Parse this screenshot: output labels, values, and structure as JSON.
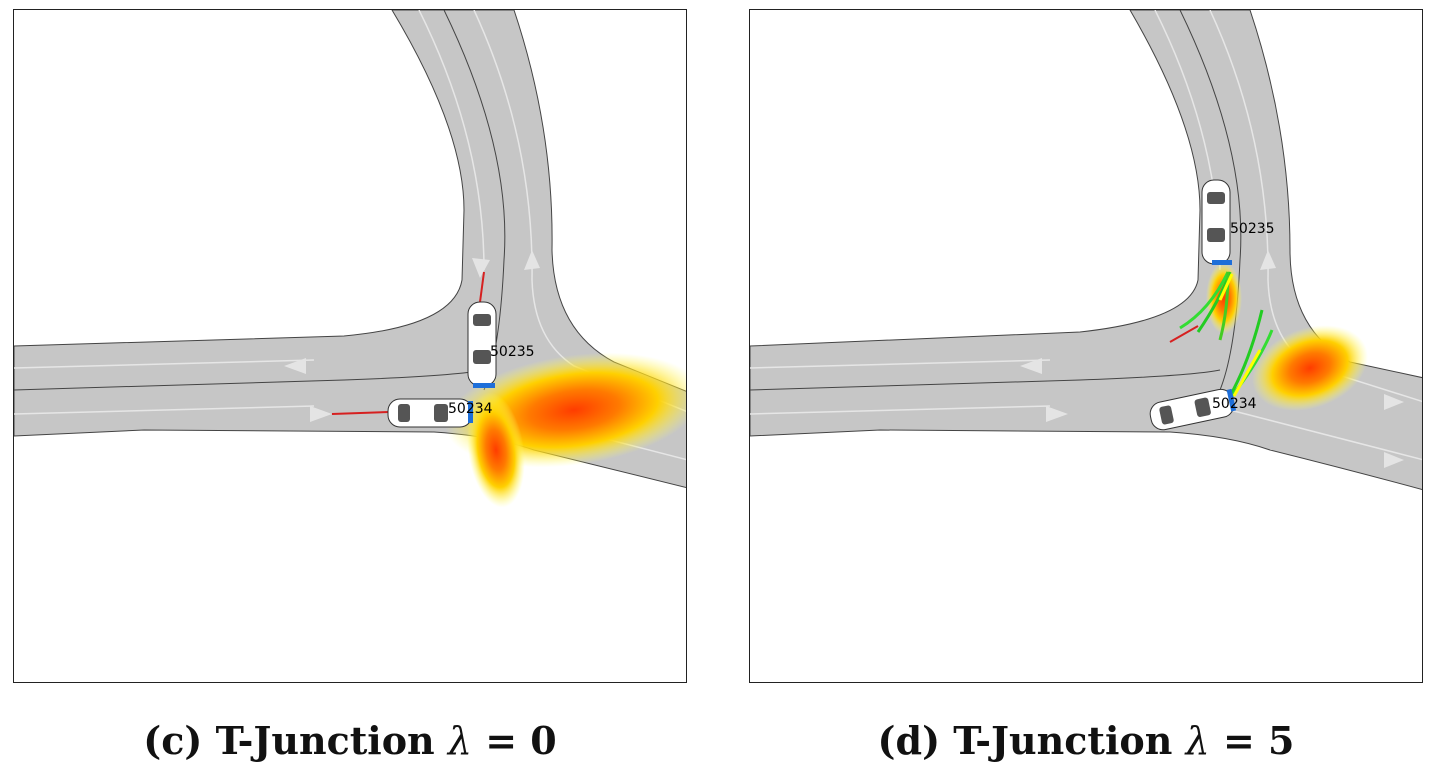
{
  "panels": [
    {
      "id": "c",
      "caption": {
        "prefix": "(c) T-Junction ",
        "symbol": "λ",
        "suffix": " = 0"
      },
      "vehicles": [
        {
          "label": "50235"
        },
        {
          "label": "50234"
        }
      ]
    },
    {
      "id": "d",
      "caption": {
        "prefix": "(d) T-Junction ",
        "symbol": "λ",
        "suffix": " = 5"
      },
      "vehicles": [
        {
          "label": "50235"
        },
        {
          "label": "50234"
        }
      ]
    }
  ],
  "colors": {
    "road": "#c6c6c6",
    "lane_line": "#e6e6e6",
    "road_edge": "#444444",
    "heat_low": "#ffff66",
    "heat_mid": "#ffb000",
    "heat_high": "#ff3c00",
    "prediction": "#22cc22",
    "history": "#d62020",
    "vehicle_front": "#1e6fd9"
  }
}
